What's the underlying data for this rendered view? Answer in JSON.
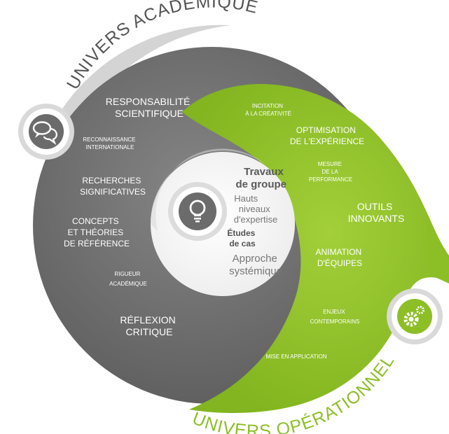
{
  "arc_titles": {
    "academic": "UNIVERS ACADÉMIQUE",
    "operational": "UNIVERS OPÉRATIONNEL"
  },
  "colors": {
    "academic_grey": "#6f6f6f",
    "operational_green": "#8cbf26",
    "core_white": "#ffffff",
    "text_dark": "#555555"
  },
  "icons": {
    "academic": "speech-bubbles-icon",
    "core": "lightbulb-icon",
    "operational": "gears-icon"
  },
  "academic_items": {
    "responsabilite": [
      "RESPONSABILITÉ",
      "SCIENTIFIQUE"
    ],
    "reconnaissance": [
      "RECONNAISSANCE",
      "INTERNATIONALE"
    ],
    "recherches": [
      "RECHERCHES",
      "SIGNIFICATIVES"
    ],
    "concepts": [
      "CONCEPTS",
      "ET THÉORIES",
      "DE RÉFÉRENCE"
    ],
    "rigueur": [
      "RIGUEUR",
      "ACADÉMIQUE"
    ],
    "reflexion": [
      "RÉFLEXION",
      "CRITIQUE"
    ]
  },
  "operational_items": {
    "incitation": [
      "INCITATION",
      "À LA CRÉATIVITÉ"
    ],
    "optimisation": [
      "OPTIMISATION",
      "DE L'EXPÉRIENCE"
    ],
    "mesure": [
      "MESURE",
      "DE LA",
      "PERFORMANCE"
    ],
    "outils": [
      "OUTILS",
      "INNOVANTS"
    ],
    "animation": [
      "ANIMATION",
      "D'ÉQUIPES"
    ],
    "enjeux": [
      "ENJEUX",
      "CONTEMPORAINS"
    ],
    "mise": [
      "MISE EN APPLICATION"
    ]
  },
  "core_items": {
    "travaux": [
      "Travaux",
      "de groupe"
    ],
    "hauts": [
      "Hauts",
      "niveaux",
      "d'expertise"
    ],
    "etudes": [
      "Études",
      "de cas"
    ],
    "approche": [
      "Approche",
      "systémique"
    ]
  }
}
